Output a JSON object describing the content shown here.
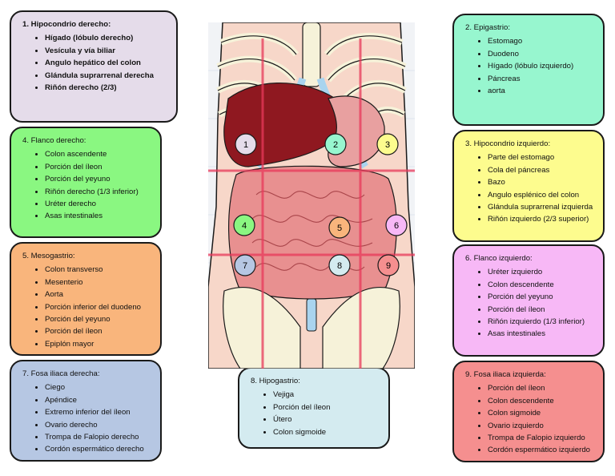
{
  "colors": {
    "lavender": "#e5dcea",
    "mint": "#97f6cf",
    "yellow": "#fdfc8e",
    "green": "#8af781",
    "peach": "#f9b57c",
    "pink": "#f7b8f6",
    "blue": "#b6c7e3",
    "light_blue": "#d4ebf0",
    "salmon": "#f58f8f",
    "region_line": "#e8395a",
    "liver": "#8f1820",
    "intestine": "#e89090",
    "bone": "#f6f2d9",
    "cartilage": "#a9d4ef",
    "skin": "#f7d7c9"
  },
  "regions": [
    {
      "id": "r1",
      "title": "1.  Hipocondrio derecho:",
      "items": [
        "Hígado (lóbulo derecho)",
        "Vesícula y vía biliar",
        "Angulo hepático del colon",
        "Glándula suprarrenal derecha",
        "Riñón derecho (2/3)"
      ]
    },
    {
      "id": "r2",
      "title": "2.  Epigastrio:",
      "items": [
        "Estomago",
        "Duodeno",
        "Hígado (lóbulo izquierdo)",
        "Páncreas",
        "aorta"
      ]
    },
    {
      "id": "r3",
      "title": "3.  Hipocondrio izquierdo:",
      "items": [
        "Parte del estomago",
        "Cola del páncreas",
        "Bazo",
        "Angulo esplénico del colon",
        "Glándula suprarrenal izquierda",
        "Riñón izquierdo (2/3 superior)"
      ]
    },
    {
      "id": "r4",
      "title": "4.  Flanco derecho:",
      "items": [
        "Colon ascendente",
        "Porción del íleon",
        "Porción del yeyuno",
        "Riñón derecho (1/3 inferior)",
        "Uréter derecho",
        "Asas intestinales"
      ]
    },
    {
      "id": "r5",
      "title": "5.  Mesogastrio:",
      "items": [
        "Colon transverso",
        "Mesenterio",
        "Aorta",
        "Porción inferior del duodeno",
        "Porción del yeyuno",
        "Porción del íleon",
        "Epiplón mayor"
      ]
    },
    {
      "id": "r6",
      "title": "6.  Flanco izquierdo:",
      "items": [
        "Uréter izquierdo",
        "Colon descendente",
        "Porción del yeyuno",
        "Porción del íleon",
        "Riñón izquierdo (1/3 inferior)",
        "Asas intestinales"
      ]
    },
    {
      "id": "r7",
      "title": "7.  Fosa iliaca derecha:",
      "items": [
        "Ciego",
        "Apéndice",
        "Extremo inferior del íleon",
        "Ovario derecho",
        "Trompa de Falopio derecho",
        "Cordón espermático derecho"
      ]
    },
    {
      "id": "r8",
      "title": "8.  Hipogastrio:",
      "items": [
        "Vejiga",
        "Porción del íleon",
        "Útero",
        "Colon sigmoide"
      ]
    },
    {
      "id": "r9",
      "title": "9.  Fosa iliaca izquierda:",
      "items": [
        "Porción del íleon",
        "Colon descendente",
        "Colon sigmoide",
        "Ovario izquierdo",
        "Trompa de Falopio izquierdo",
        "Cordón espermático izquierdo"
      ]
    }
  ],
  "markers": [
    "1",
    "2",
    "3",
    "4",
    "5",
    "6",
    "7",
    "8",
    "9"
  ]
}
